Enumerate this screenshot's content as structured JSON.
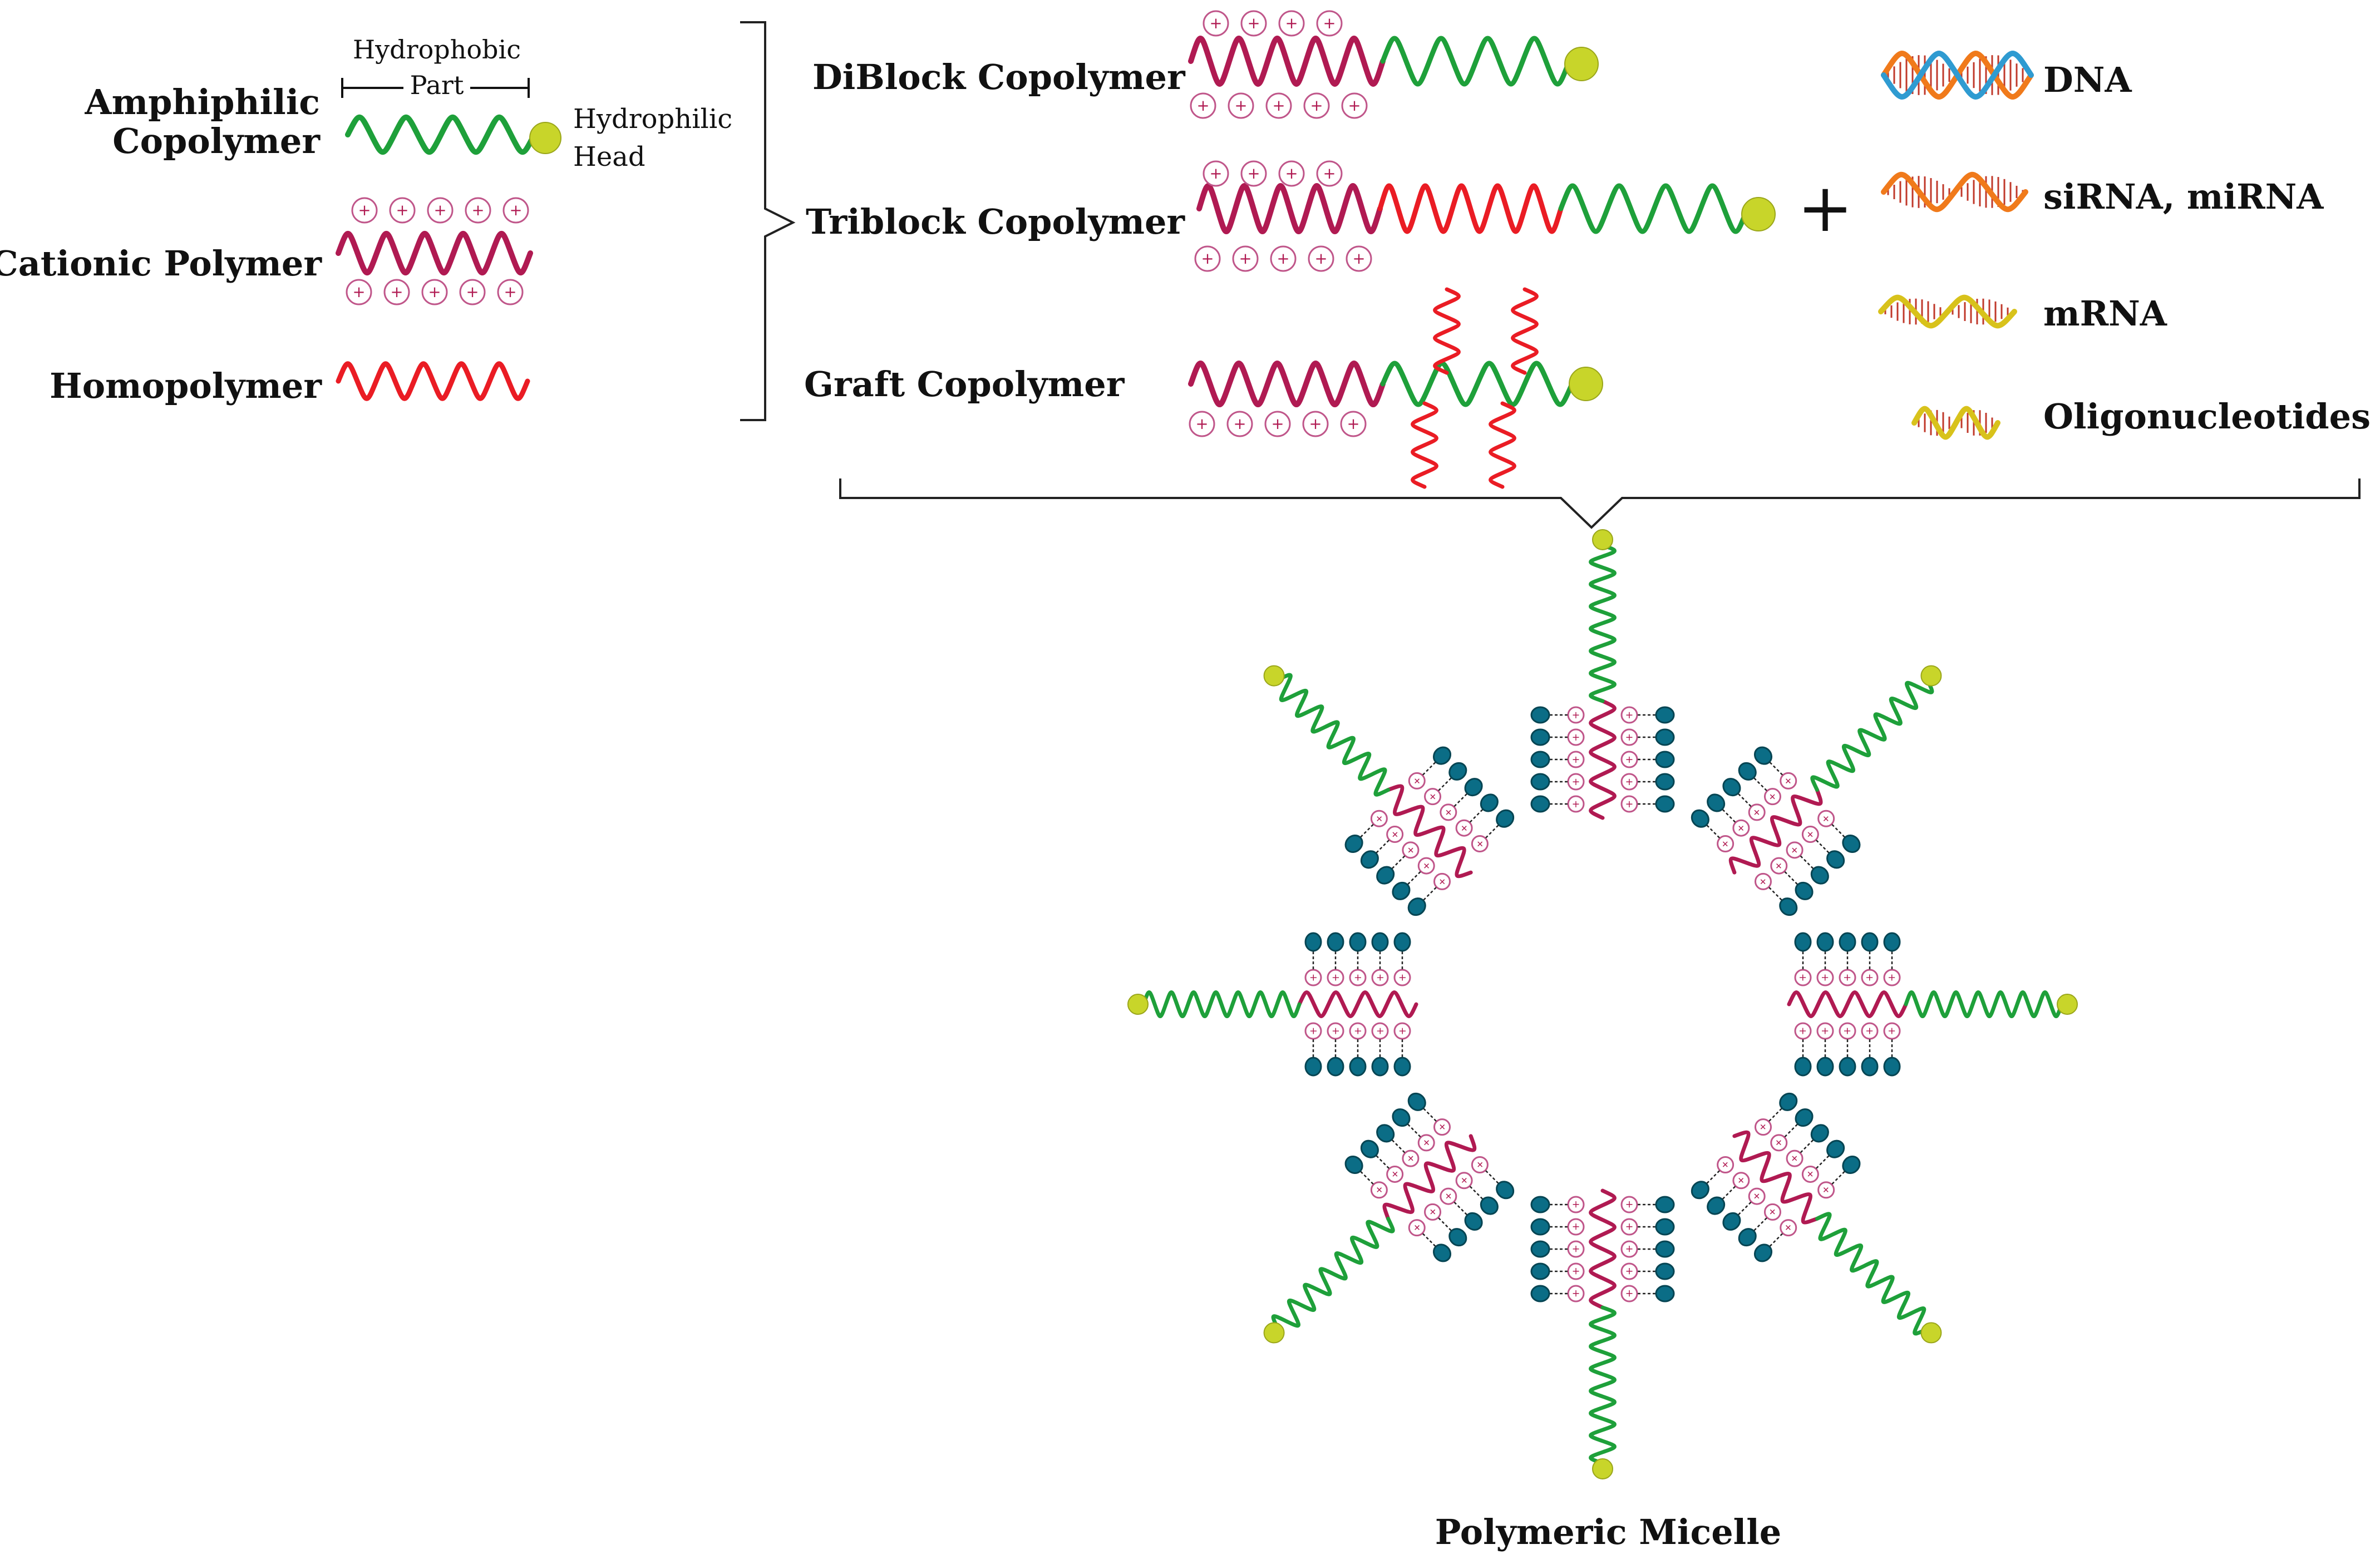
{
  "colors": {
    "hydrophobic": "#1ea03a",
    "cationic": "#b01a52",
    "homopolymer": "#ea1c24",
    "head": "#c8d52a",
    "charge_ring": "#c0568a",
    "nucleic_bead": "#0b6d86",
    "dna_a": "#f07a1b",
    "dna_b": "#2f9bd1",
    "mrna": "#d8c21b",
    "text": "#111111"
  },
  "legend": {
    "amphiphilic": "Amphiphilic\nCopolymer",
    "hydrophobic_part": "Hydrophobic\nPart",
    "hydrophilic_head": "Hydrophilic\nHead",
    "cationic": "Cationic Polymer",
    "homopolymer": "Homopolymer"
  },
  "copolymers": {
    "diblock": "DiBlock Copolymer",
    "triblock": "Triblock Copolymer",
    "graft": "Graft Copolymer"
  },
  "plus_sign": "+",
  "charge_symbol": "+",
  "nucleic_acids": [
    "DNA",
    "siRNA, miRNA",
    "mRNA",
    "Oligonucleotides"
  ],
  "nucleic_icons": [
    "dna-icon",
    "sirna-icon",
    "mrna-icon",
    "oligonucleotide-icon"
  ],
  "micelle_title": "Polymeric Micelle"
}
